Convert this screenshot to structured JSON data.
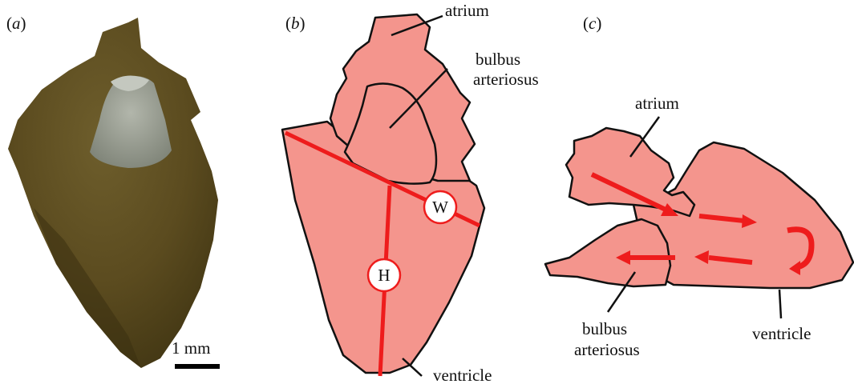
{
  "panels": {
    "a": {
      "label_open": "(",
      "label_letter": "a",
      "label_close": ")",
      "scale_bar_text": "1 mm"
    },
    "b": {
      "label_open": "(",
      "label_letter": "b",
      "label_close": ")",
      "atrium": "atrium",
      "bulbus_line1": "bulbus",
      "bulbus_line2": "arteriosus",
      "ventricle": "ventricle",
      "width_marker": "W",
      "height_marker": "H"
    },
    "c": {
      "label_open": "(",
      "label_letter": "c",
      "label_close": ")",
      "atrium": "atrium",
      "bulbus_line1": "bulbus",
      "bulbus_line2": "arteriosus",
      "ventricle": "ventricle"
    }
  },
  "colors": {
    "tissue_fill": "#f4958d",
    "measure_line": "#ee1c1c",
    "outline": "#111111",
    "photo_heart": "#5a4a1e",
    "photo_bulbus": "#9a9f94"
  },
  "icons": [
    "blood-flow-arrow-icon",
    "u-turn-arrow-icon",
    "scale-bar-icon"
  ]
}
